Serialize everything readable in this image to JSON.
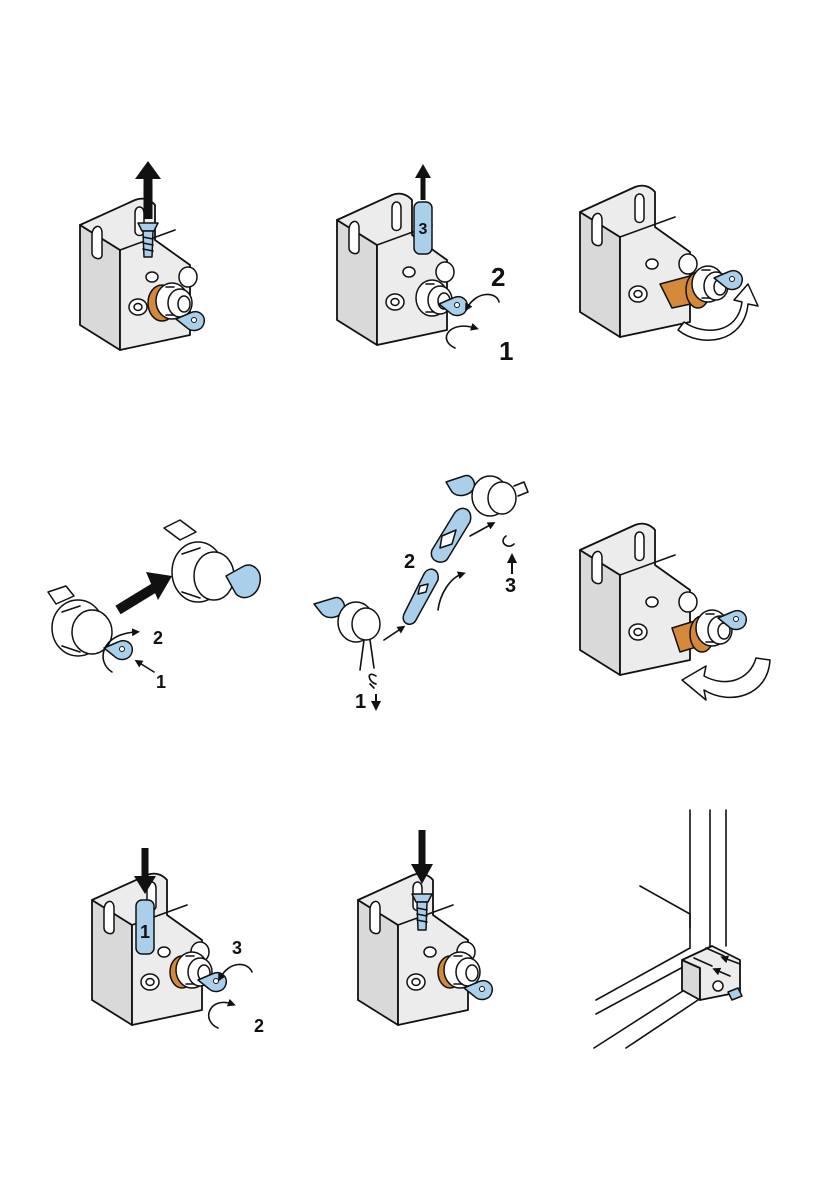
{
  "steps": [
    {
      "id": "remove-screw",
      "labels": []
    },
    {
      "id": "insert-tool-turn-key",
      "labels": [
        "3",
        "2",
        "1"
      ]
    },
    {
      "id": "pull-lock-out",
      "labels": []
    },
    {
      "id": "turn-key-swap-lock",
      "labels": [
        "2",
        "1"
      ]
    },
    {
      "id": "transfer-cam",
      "labels": [
        "2",
        "1",
        "3"
      ]
    },
    {
      "id": "insert-lock",
      "labels": []
    },
    {
      "id": "insert-tool-turn-key-back",
      "labels": [
        "1",
        "3",
        "2"
      ]
    },
    {
      "id": "refit-screw",
      "labels": []
    },
    {
      "id": "fitted-on-cabinet",
      "labels": []
    }
  ],
  "colors": {
    "part": "#a9cfea",
    "lock": "#d4893a",
    "housing": "#ececec",
    "ink": "#111111"
  },
  "icons": [
    "screw-icon",
    "key-icon",
    "lock-cylinder-icon",
    "cam-icon",
    "circlip-icon",
    "arrow-icon"
  ]
}
